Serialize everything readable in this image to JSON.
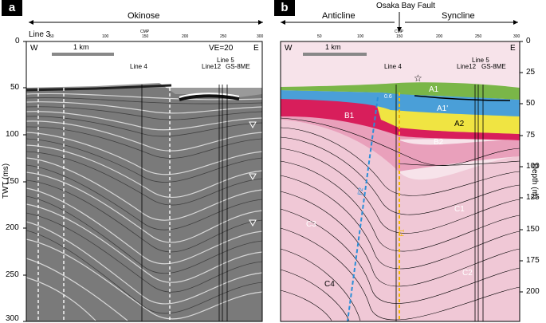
{
  "panel_a": {
    "tag": "a",
    "header": "Okinose",
    "line_label": "Line 3",
    "cmp_label": "CMP",
    "cmp_ticks": [
      "50",
      "100",
      "150",
      "200",
      "250",
      "300"
    ],
    "dir_w": "W",
    "dir_e": "E",
    "scale_label": "1 km",
    "ve_label": "VE=20",
    "crossing_lines": [
      "Line 4",
      "Line 5",
      "Line12",
      "GS-8ME"
    ],
    "y_axis_label": "TWT (ms)",
    "y_ticks": [
      "0",
      "50",
      "100",
      "150",
      "200",
      "250",
      "300"
    ]
  },
  "panel_b": {
    "tag": "b",
    "fault_label": "Osaka Bay Fault",
    "anticline_label": "Anticline",
    "syncline_label": "Syncline",
    "cmp_label": "CMP",
    "cmp_ticks": [
      "50",
      "100",
      "150",
      "200",
      "250",
      "300"
    ],
    "dir_w": "W",
    "dir_e": "E",
    "scale_label": "1 km",
    "crossing_lines": [
      "Line 4",
      "Line 5",
      "Line12",
      "GS-8ME"
    ],
    "unit_labels": [
      "A1",
      "A1'",
      "A2",
      "B1",
      "B2",
      "C1",
      "C2",
      "C3",
      "C4"
    ],
    "fault_marks": [
      "0.6",
      "F1",
      "F2"
    ],
    "star": "☆",
    "depth_axis_label": "Depth (m)",
    "depth_ticks": [
      "0",
      "25",
      "50",
      "75",
      "100",
      "125",
      "150",
      "175",
      "200"
    ],
    "colors": {
      "A1": "#7ab648",
      "A1_prime": "#4a9fd8",
      "A2": "#f0e442",
      "B1": "#d81e5b",
      "B2": "#e9a0bb",
      "C1": "#f0c8d6",
      "C3": "#f7e3ea",
      "fault_blue": "#2a8fd8",
      "fault_yellow": "#f5b800"
    }
  }
}
